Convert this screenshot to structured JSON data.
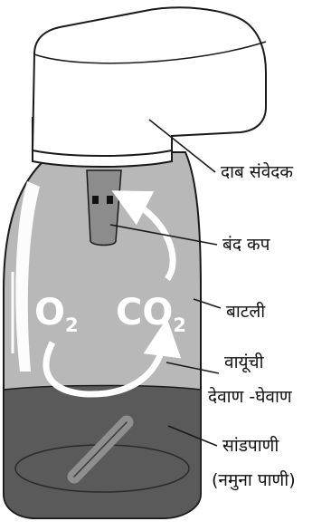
{
  "labels": {
    "pressure_sensor": "दाब संवेदक",
    "closed_cup": "बंद कप",
    "bottle": "बाटली",
    "gas_exchange_line1": "वायूंची",
    "gas_exchange_line2": "देवाण -घेवाण",
    "water_sample_line1": "सांडपाणी",
    "water_sample_line2": "(नमुना पाणी)"
  },
  "gases": {
    "o2_main": "O",
    "o2_sub": "2",
    "co2_main": "CO",
    "co2_sub": "2"
  },
  "colors": {
    "bottle_gray": "#b8b8b8",
    "water_dark": "#5a5a5a",
    "outline": "#1a1a1a",
    "arrow_white": "#ffffff"
  }
}
